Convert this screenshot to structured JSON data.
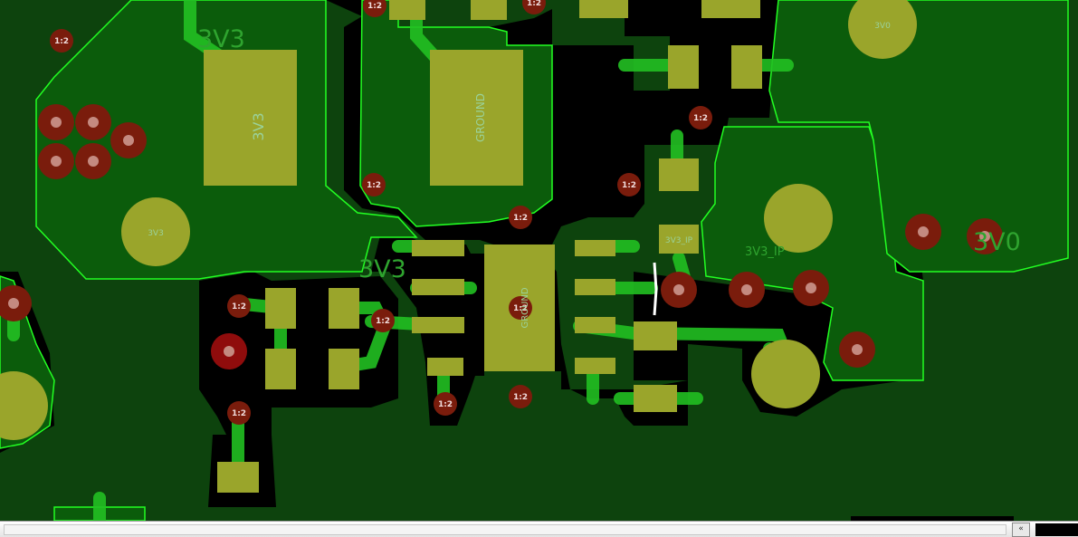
{
  "colors": {
    "board": "#0d430d",
    "copper": "#0b5c0b",
    "outline": "#22ff22",
    "clearance": "#000000",
    "pad": "#9aa52b",
    "trace": "#22c022",
    "via": "#7a1c0c",
    "via_hole": "#c48a80",
    "net_text": "#9ad29a",
    "net_text_big": "#2fa42f"
  },
  "via_label": "1:2",
  "nets": {
    "v3v3": "3V3",
    "v3v0": "3V0",
    "ground": "GROUND",
    "v3v3_ip": "3V3_IP"
  },
  "status_bar": {
    "scroll_button_glyph": "«"
  }
}
